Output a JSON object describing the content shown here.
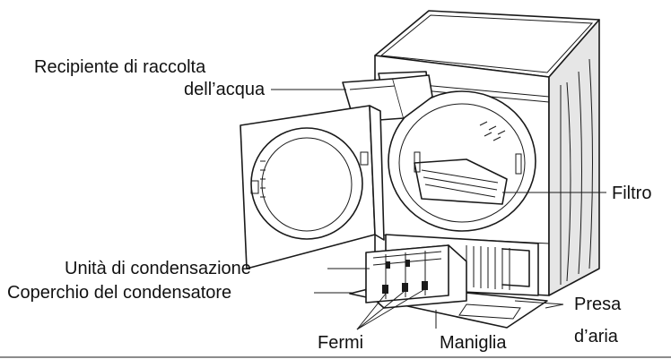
{
  "labels": {
    "water_container_line1": "Recipiente di raccolta",
    "water_container_line2": "dell’acqua",
    "filter": "Filtro",
    "condenser_unit": "Unità di condensazione",
    "condenser_cover": "Coperchio del condensatore",
    "air_intake_line1": "Presa",
    "air_intake_line2": "d’aria",
    "latches": "Fermi",
    "handle": "Maniglia"
  }
}
